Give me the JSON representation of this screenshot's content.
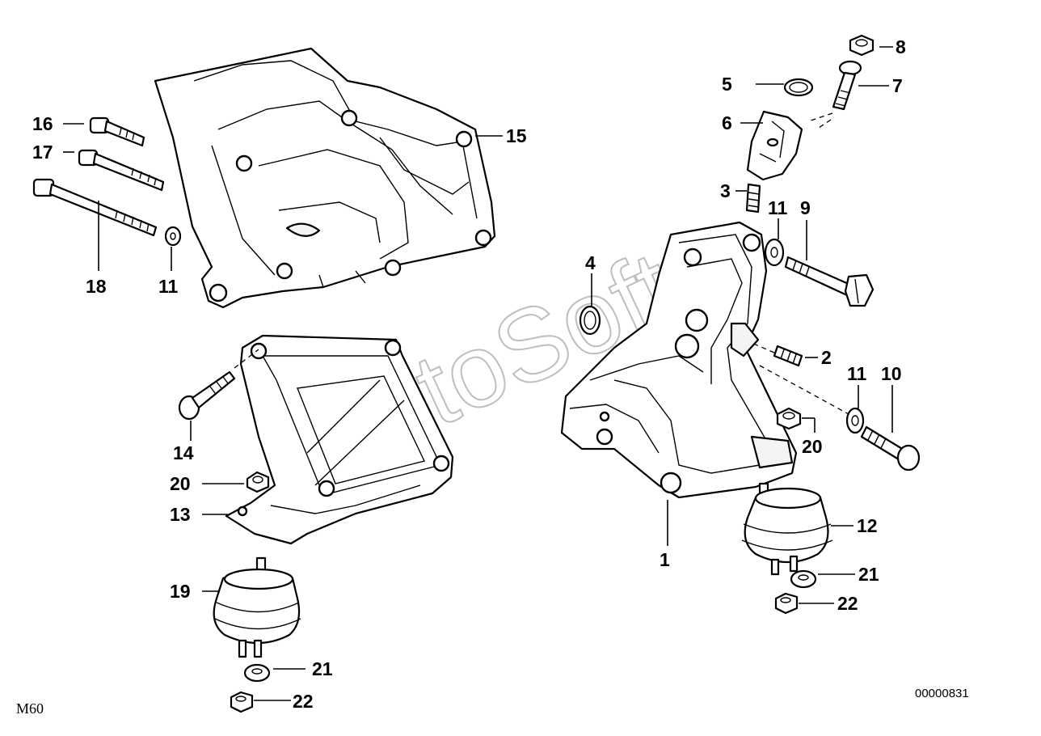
{
  "diagram": {
    "watermark": "AutoSoft",
    "engine_code": "M60",
    "diagram_number": "00000831",
    "callouts": {
      "c1": "1",
      "c2": "2",
      "c3": "3",
      "c4": "4",
      "c5": "5",
      "c6": "6",
      "c7": "7",
      "c8": "8",
      "c9": "9",
      "c10": "10",
      "c11a": "11",
      "c11b": "11",
      "c11c": "11",
      "c12": "12",
      "c13": "13",
      "c14": "14",
      "c15": "15",
      "c16": "16",
      "c17": "17",
      "c18": "18",
      "c19": "19",
      "c20a": "20",
      "c20b": "20",
      "c21a": "21",
      "c21b": "21",
      "c22a": "22",
      "c22b": "22"
    }
  }
}
